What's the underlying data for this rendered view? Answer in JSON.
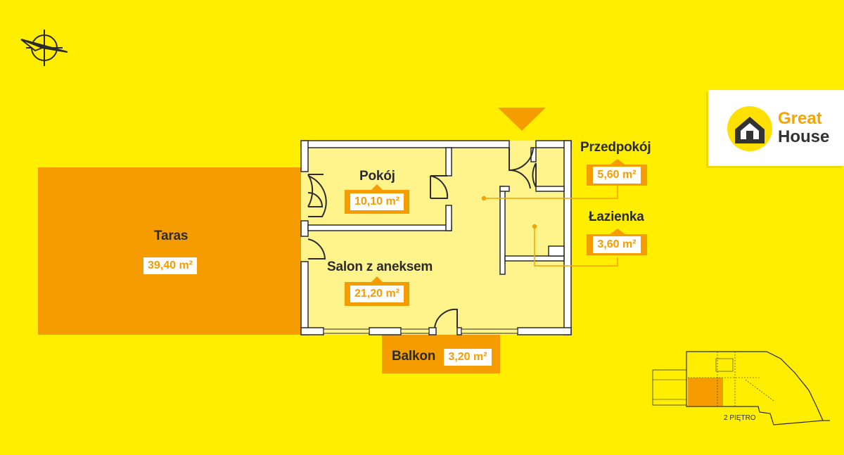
{
  "rooms": {
    "taras": {
      "name": "Taras",
      "area": "39,40 m²"
    },
    "pokoj": {
      "name": "Pokój",
      "area": "10,10 m²"
    },
    "salon": {
      "name": "Salon z aneksem",
      "area": "21,20 m²"
    },
    "przedpokoj": {
      "name": "Przedpokój",
      "area": "5,60 m²"
    },
    "lazienka": {
      "name": "Łazienka",
      "area": "3,60 m²"
    },
    "balkon": {
      "name": "Balkon",
      "area": "3,20 m²"
    }
  },
  "logo": {
    "line1": "Great",
    "line2": "House"
  },
  "minimap": {
    "floor_label": "2 PIĘTRO"
  },
  "colors": {
    "background": "#ffee00",
    "accent": "#f59d00",
    "apartment_fill": "#fff48c",
    "wall": "#ffffff",
    "outline": "#2b2b2b"
  },
  "icons": [
    "compass-icon",
    "entrance-arrow-icon",
    "house-logo-icon"
  ]
}
